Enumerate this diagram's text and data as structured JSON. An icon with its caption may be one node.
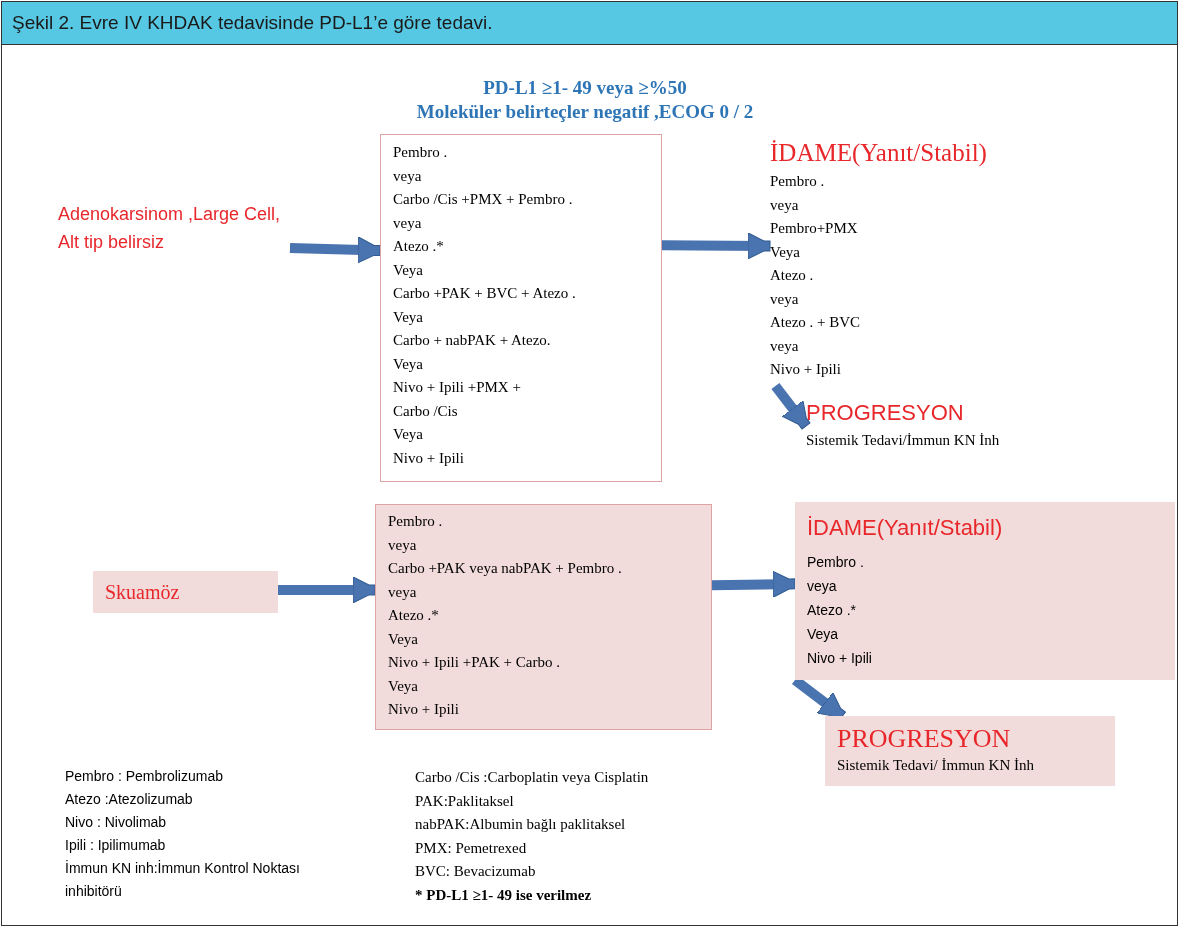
{
  "diagram": {
    "title": "Şekil 2. Evre IV KHDAK tedavisinde PD-L1’e göre tedavi.",
    "nodes": [
      {
        "text": [
          "Adenokarsinom ,Large Cell, Alt tip belirsiz"
        ]
      },
      {
        "text": [
          "Pembro .",
          "veya",
          "Carbo /Cis +PMX + Pembro .",
          "veya",
          "Atezo .*",
          "Veya",
          "Carbo +PAK + BVC + Atezo .",
          "Veya",
          "Carbo + nabPAK + Atezo.",
          "Veya",
          "Nivo + Ipili +PMX +",
          "Carbo /Cis",
          "Veya",
          "Nivo + Ipili"
        ]
      },
      {
        "text": [
          "İDAME(Yanıt/Stabil)",
          "Pembro .",
          "veya",
          "Pembro+PMX",
          "Veya",
          "Atezo .",
          "veya",
          "Atezo . + BVC",
          "veya",
          "Nivo + Ipili"
        ]
      },
      {
        "text": [
          "PROGRESYON",
          "Sistemik Tedavi/İmmun KN İnh"
        ]
      },
      {
        "text": [
          "Skuamöz"
        ]
      },
      {
        "text": [
          "Pembro .",
          "veya",
          "Carbo +PAK veya nabPAK + Pembro .",
          "veya",
          "Atezo .*",
          "Veya",
          "Nivo + Ipili +PAK + Carbo .",
          "Veya",
          "Nivo + Ipili"
        ]
      },
      {
        "text": [
          "İDAME(Yanıt/Stabil)",
          "Pembro .",
          "veya",
          "Atezo .*",
          "Veya",
          "Nivo + Ipili"
        ]
      },
      {
        "text": [
          "PROGRESYON",
          "Sistemik Tedavi/ İmmun KN İnh"
        ]
      }
    ],
    "edges": [
      {
        "from": 0,
        "to": 1,
        "arrow": "to"
      },
      {
        "from": 1,
        "to": 2,
        "arrow": "to"
      },
      {
        "from": 2,
        "to": 3,
        "arrow": "to"
      },
      {
        "from": 4,
        "to": 5,
        "arrow": "to"
      },
      {
        "from": 5,
        "to": 6,
        "arrow": "to"
      },
      {
        "from": 6,
        "to": 7,
        "arrow": "to"
      }
    ],
    "labels": [
      "PD-L1 ≥1- 49 veya ≥%50",
      "Moleküler belirteçler negatif ,ECOG 0 / 2",
      "Pembro : Pembrolizumab",
      "Atezo :Atezolizumab",
      "Nivo : Nivolimab",
      "Ipili : Ipilimumab",
      "İmmun KN inh:İmmun Kontrol Noktası inhibitörü",
      "Carbo /Cis :Carboplatin veya Cisplatin",
      "PAK:Paklitaksel",
      "nabPAK:Albumin bağlı paklitaksel",
      "PMX: Pemetrexed",
      "BVC: Bevacizumab",
      "* PD-L1 ≥1- 49 ise verilmez"
    ]
  }
}
